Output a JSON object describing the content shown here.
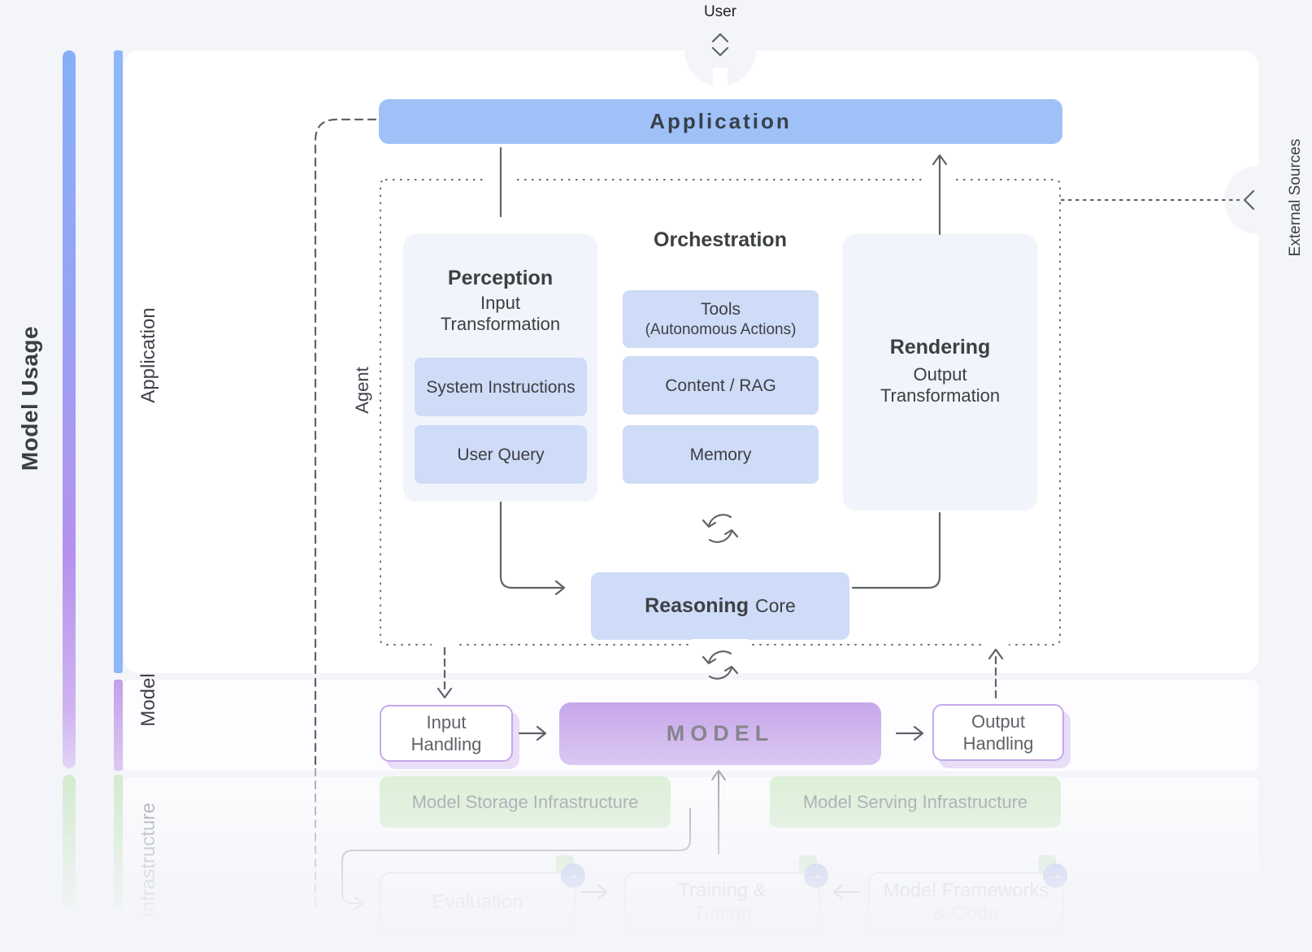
{
  "user": {
    "label": "User"
  },
  "side_labels": {
    "model_usage": "Model Usage",
    "application": "Application",
    "model": "Model",
    "infrastructure": "Infrastructure",
    "agent": "Agent",
    "external_sources": "External Sources"
  },
  "application": {
    "title": "Application"
  },
  "agent": {
    "orchestration_title": "Orchestration",
    "perception": {
      "title": "Perception",
      "subtitle_line1": "Input",
      "subtitle_line2": "Transformation",
      "chips": [
        "System Instructions",
        "User Query"
      ]
    },
    "tools_chip": {
      "line1": "Tools",
      "line2": "(Autonomous Actions)"
    },
    "content_chip": "Content / RAG",
    "memory_chip": "Memory",
    "rendering": {
      "title": "Rendering",
      "subtitle_line1": "Output",
      "subtitle_line2": "Transformation"
    },
    "reasoning": {
      "bold": "Reasoning",
      "regular": "Core"
    }
  },
  "model_row": {
    "input": {
      "line1": "Input",
      "line2": "Handling"
    },
    "model": "MODEL",
    "output": {
      "line1": "Output",
      "line2": "Handling"
    }
  },
  "infrastructure": {
    "storage": "Model Storage Infrastructure",
    "serving": "Model Serving Infrastructure",
    "evaluation": "Evaluation",
    "training_line1": "Training &",
    "training_line2": "Tuning",
    "frameworks_line1": "Model Frameworks",
    "frameworks_line2": "& Code"
  },
  "icons": {
    "badge_arrow": "→"
  },
  "colors": {
    "background": "#f4f5f9",
    "card": "#ffffff",
    "app_bar_blue": "#9fc1f8",
    "chip_blue": "#cfdcf8",
    "panel_gray_blue": "#f1f4fa",
    "reasoning_blue": "#cfdcf8",
    "model_purple_top": "#c6a6e9",
    "model_purple_bottom": "#dbc8f2",
    "handling_border_purple": "#c5a8ea",
    "infra_green": "#d9efd3",
    "bar_blue": "#8fb6f8",
    "bar_purple": "#c49fea",
    "line_gray": "#5f6368",
    "text_dark": "#3c4043",
    "text_medium": "#5f6368"
  }
}
